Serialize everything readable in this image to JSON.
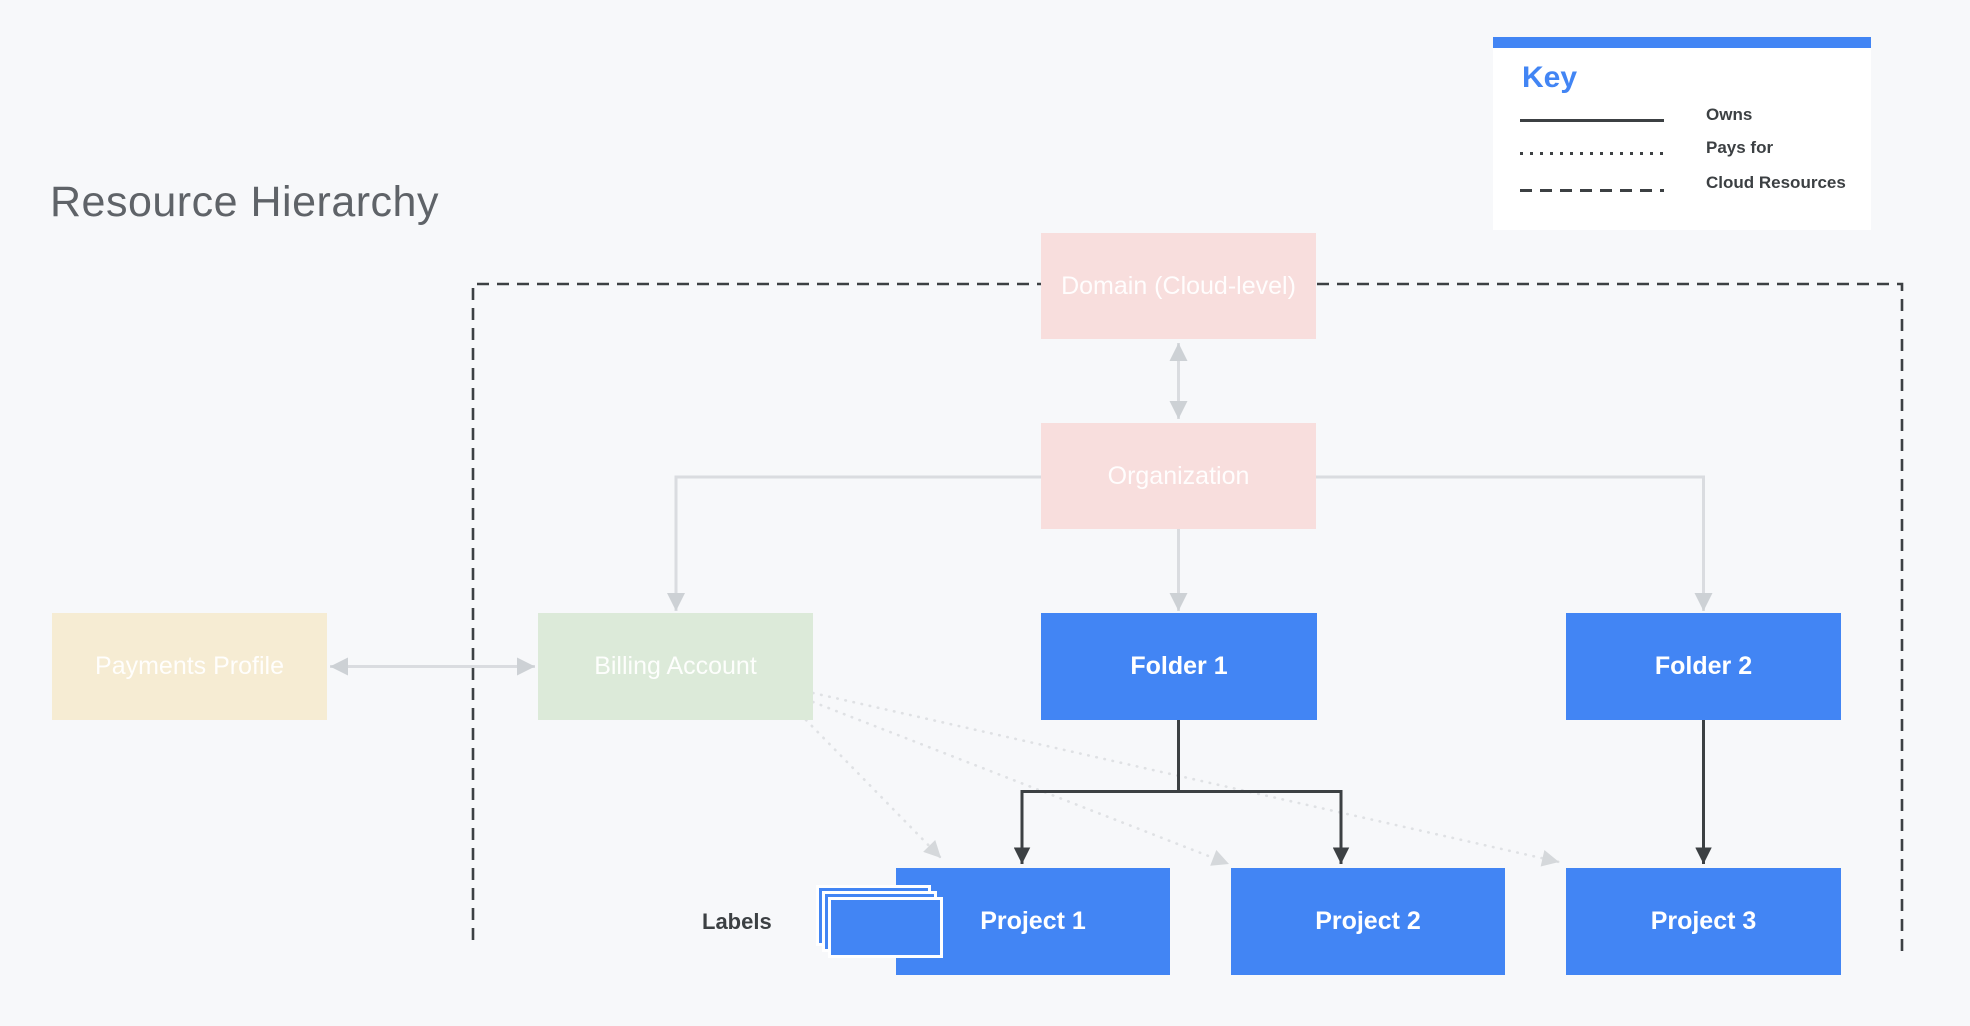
{
  "title": "Resource Hierarchy",
  "key": {
    "title": "Key",
    "items": [
      {
        "line_style": "solid",
        "label": "Owns"
      },
      {
        "line_style": "dotted",
        "label": "Pays for"
      },
      {
        "line_style": "dashed",
        "label": "Cloud Resources"
      }
    ]
  },
  "nodes": {
    "domain": {
      "label": "Domain (Cloud-level)",
      "state": "faded",
      "color": "#f8dedd"
    },
    "organization": {
      "label": "Organization",
      "state": "faded",
      "color": "#f8dedd"
    },
    "payments": {
      "label": "Payments Profile",
      "state": "faded",
      "color": "#f6ecd3"
    },
    "billing": {
      "label": "Billing Account",
      "state": "faded",
      "color": "#dcead9"
    },
    "folder1": {
      "label": "Folder 1",
      "state": "active",
      "color": "#4285f4"
    },
    "folder2": {
      "label": "Folder 2",
      "state": "active",
      "color": "#4285f4"
    },
    "project1": {
      "label": "Project 1",
      "state": "active",
      "color": "#4285f4"
    },
    "project2": {
      "label": "Project 2",
      "state": "active",
      "color": "#4285f4"
    },
    "project3": {
      "label": "Project 3",
      "state": "active",
      "color": "#4285f4"
    }
  },
  "annotations": {
    "labels": "Labels"
  },
  "edges": [
    {
      "from": "Domain (Cloud-level)",
      "to": "Organization",
      "type": "owns",
      "bidirectional": true
    },
    {
      "from": "Organization",
      "to": "Billing Account",
      "type": "owns"
    },
    {
      "from": "Organization",
      "to": "Folder 1",
      "type": "owns"
    },
    {
      "from": "Organization",
      "to": "Folder 2",
      "type": "owns"
    },
    {
      "from": "Payments Profile",
      "to": "Billing Account",
      "type": "owns",
      "bidirectional": true
    },
    {
      "from": "Folder 1",
      "to": "Project 1",
      "type": "owns"
    },
    {
      "from": "Folder 1",
      "to": "Project 2",
      "type": "owns"
    },
    {
      "from": "Folder 2",
      "to": "Project 3",
      "type": "owns"
    },
    {
      "from": "Billing Account",
      "to": "Project 1",
      "type": "pays_for"
    },
    {
      "from": "Billing Account",
      "to": "Project 2",
      "type": "pays_for"
    },
    {
      "from": "Billing Account",
      "to": "Project 3",
      "type": "pays_for"
    }
  ],
  "boundary": {
    "type": "cloud_resources",
    "contains": [
      "Domain (Cloud-level)",
      "Organization",
      "Billing Account",
      "Folder 1",
      "Folder 2",
      "Project 1",
      "Project 2",
      "Project 3"
    ]
  },
  "colors": {
    "accent_blue": "#4285f4",
    "background": "#f7f8fa",
    "faded_pink": "#f8dedd",
    "faded_cream": "#f6ecd3",
    "faded_green": "#dcead9",
    "dark_line": "#3c4043",
    "light_line": "#dadce0",
    "title_gray": "#5f6368"
  }
}
